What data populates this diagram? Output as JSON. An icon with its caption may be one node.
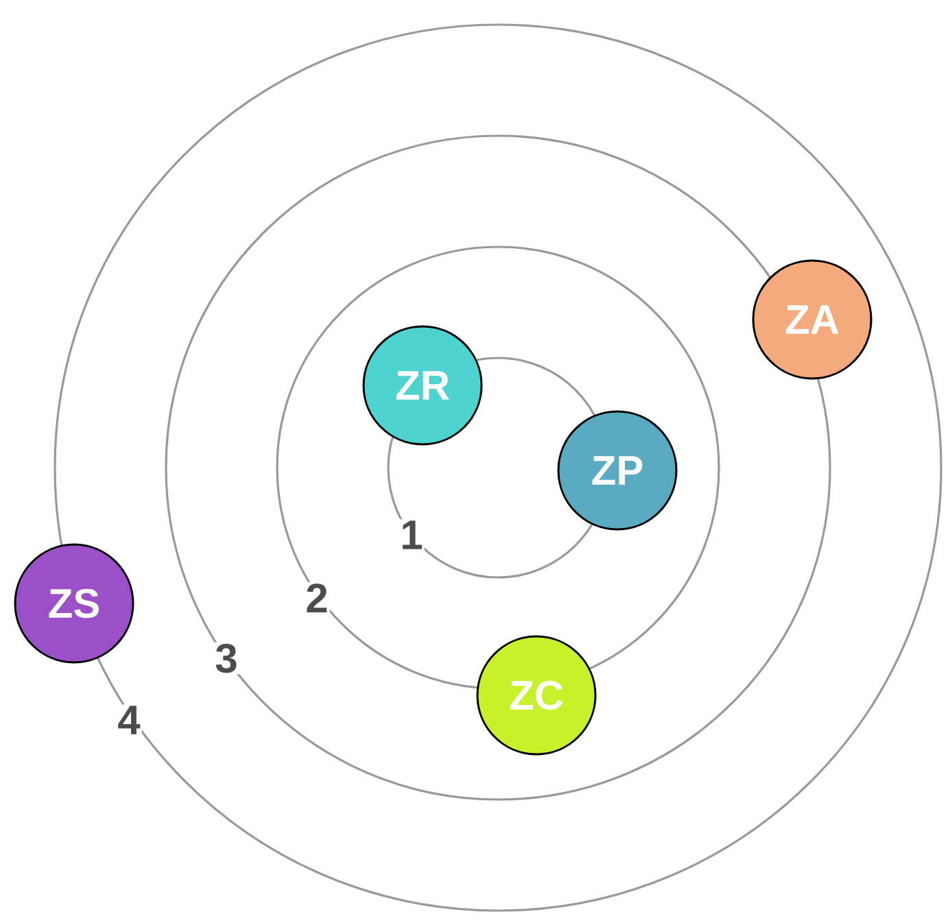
{
  "diagram": {
    "nodes": [
      {
        "text": [
          "ZR"
        ]
      },
      {
        "text": [
          "ZP"
        ]
      },
      {
        "text": [
          "ZA"
        ]
      },
      {
        "text": [
          "ZS"
        ]
      },
      {
        "text": [
          "ZC"
        ]
      }
    ],
    "labels": [
      "1",
      "2",
      "3",
      "4"
    ]
  }
}
